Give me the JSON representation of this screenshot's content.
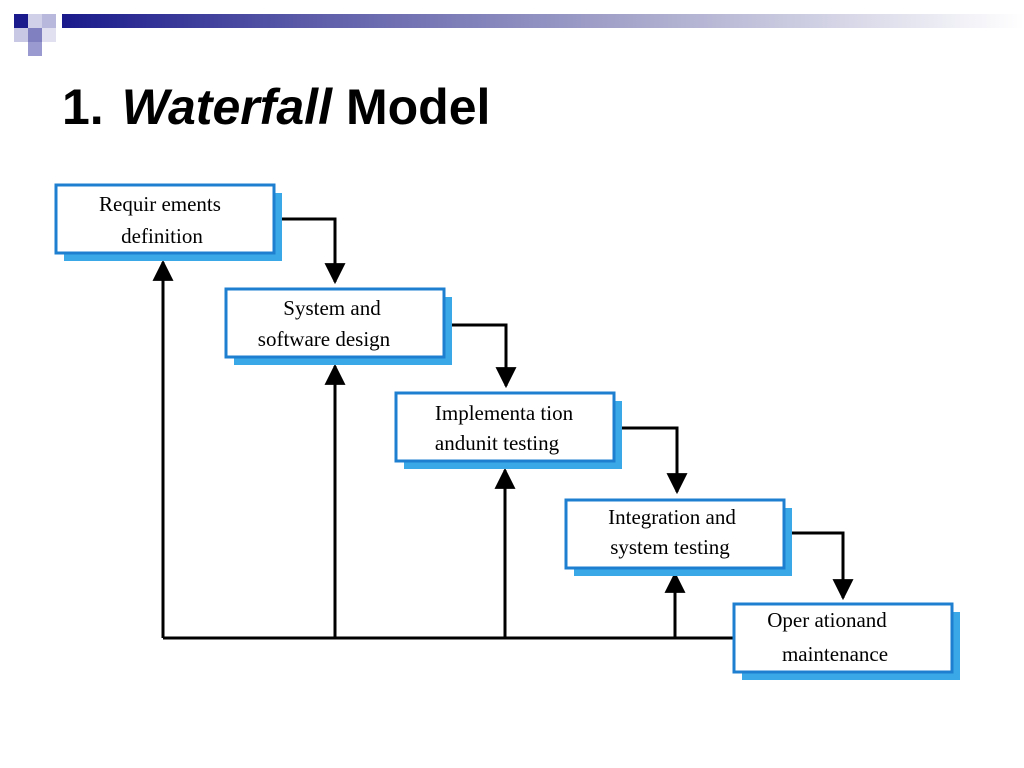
{
  "slide": {
    "title_number": "1.",
    "title_italic": "Waterfall",
    "title_rest": "Model"
  },
  "diagram": {
    "stages": [
      {
        "line1": "Requir ements",
        "line2": "definition"
      },
      {
        "line1": "System and",
        "line2": "software design"
      },
      {
        "line1": "Implementa tion",
        "line2": "andunit testing"
      },
      {
        "line1": "Integration and",
        "line2": "system testing"
      },
      {
        "line1": "Oper ationand",
        "line2": "maintenance"
      }
    ]
  },
  "colors": {
    "box_border": "#1e7fd0",
    "box_shadow": "#3aa8e6",
    "arrow": "#000000",
    "header_dark": "#1a1a8c",
    "header_light": "#b0b0d8"
  }
}
